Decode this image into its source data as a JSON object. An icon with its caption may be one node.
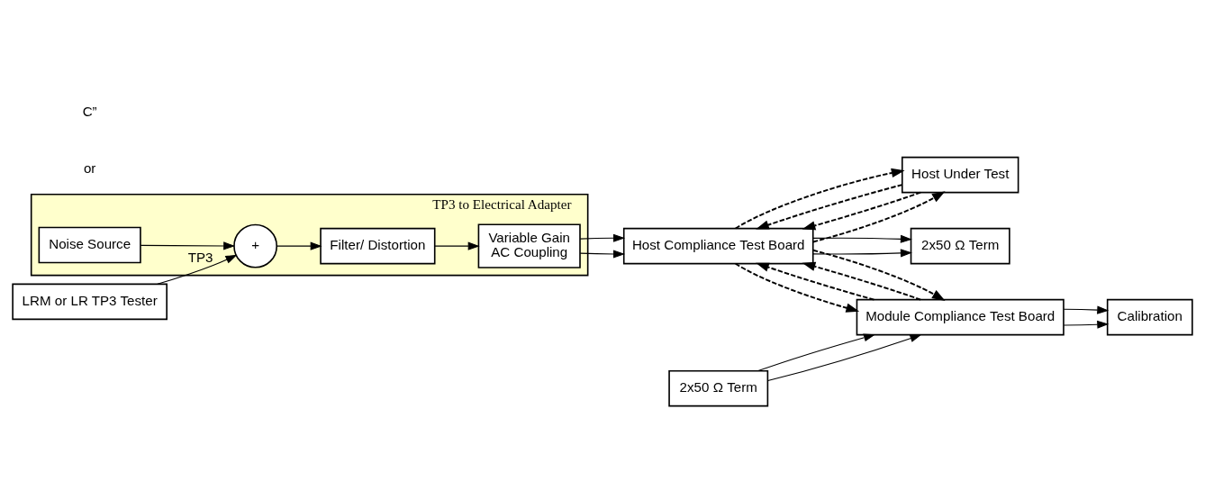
{
  "diagram": {
    "nodes": [
      {
        "text": [
          "TP3 to Electrical Adapter"
        ]
      },
      {
        "text": [
          "Noise Source"
        ],
        "in": 0
      },
      {
        "text": [
          "+"
        ],
        "in": 0
      },
      {
        "text": [
          "Filter/ Distortion"
        ],
        "in": 0
      },
      {
        "text": [
          "Variable Gain",
          "AC Coupling"
        ],
        "in": 0
      },
      {
        "text": [
          "LRM or LR TP3 Tester"
        ]
      },
      {
        "text": [
          "2x50 Ω Term"
        ]
      },
      {
        "text": [
          "Host Compliance Test Board"
        ]
      },
      {
        "text": [
          "Module Compliance Test Board"
        ]
      },
      {
        "text": [
          "2x50 Ω Term"
        ]
      },
      {
        "text": [
          "Calibration"
        ]
      },
      {
        "text": [
          "Host Under Test"
        ]
      }
    ],
    "edges": [
      {
        "from": 1,
        "to": 2,
        "arrow": "to"
      },
      {
        "from": 5,
        "to": 2,
        "arrow": "to",
        "label": "TP3"
      },
      {
        "from": 2,
        "to": 3,
        "arrow": "to"
      },
      {
        "from": 3,
        "to": 4,
        "arrow": "to"
      },
      {
        "from": 4,
        "to": 7,
        "arrow": "to"
      },
      {
        "from": 4,
        "to": 7,
        "arrow": "to"
      },
      {
        "from": 7,
        "to": 6,
        "arrow": "to"
      },
      {
        "from": 7,
        "to": 6,
        "arrow": "to"
      },
      {
        "from": 8,
        "to": 7,
        "arrow": "to",
        "style": "dashed"
      },
      {
        "from": 8,
        "to": 7,
        "arrow": "to",
        "style": "dashed"
      },
      {
        "from": 7,
        "to": 8,
        "arrow": "to",
        "style": "dashed"
      },
      {
        "from": 7,
        "to": 8,
        "arrow": "to",
        "style": "dashed"
      },
      {
        "from": 11,
        "to": 7,
        "arrow": "to",
        "style": "dashed"
      },
      {
        "from": 11,
        "to": 7,
        "arrow": "to",
        "style": "dashed"
      },
      {
        "from": 7,
        "to": 11,
        "arrow": "to",
        "style": "dashed"
      },
      {
        "from": 7,
        "to": 11,
        "arrow": "to",
        "style": "dashed"
      },
      {
        "from": 9,
        "to": 8,
        "arrow": "to"
      },
      {
        "from": 9,
        "to": 8,
        "arrow": "to"
      },
      {
        "from": 8,
        "to": 10,
        "arrow": "to"
      },
      {
        "from": 8,
        "to": 10,
        "arrow": "to"
      }
    ],
    "labels": [
      "or",
      "C”"
    ]
  }
}
